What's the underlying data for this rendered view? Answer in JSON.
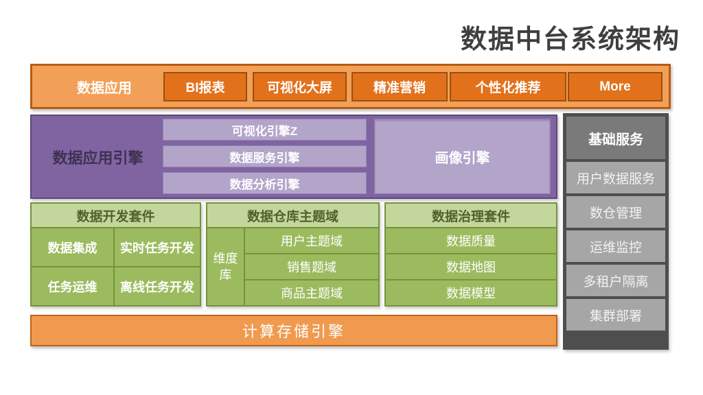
{
  "title": "数据中台系统架构",
  "colors": {
    "orange_bar_bg": "#F2A057",
    "orange_bar_border": "#BA5B14",
    "orange_button_bg": "#E2711C",
    "orange_button_border": "#9C4F0C",
    "purple_container": "#8064A2",
    "purple_block": "#B3A4CA",
    "purple_label_text": "#3E3151",
    "green_border": "#76923C",
    "green_header_bg": "#C3D69B",
    "green_header_text": "#4F6228",
    "green_cell_bg": "#9CBB5F",
    "gray_container": "#4E4E4E",
    "gray_header_bg": "#7A7A7A",
    "gray_item_bg": "#A6A6A6",
    "title_text": "#3F3F3F"
  },
  "app_bar": {
    "label": "数据应用",
    "items": [
      "BI报表",
      "可视化大屏",
      "精准营销",
      "个性化推荐",
      "More"
    ]
  },
  "engine_section": {
    "label": "数据应用引擎",
    "engines": [
      "可视化引擎Z",
      "数据服务引擎",
      "数据分析引擎"
    ],
    "right_box": "画像引擎"
  },
  "base_services": {
    "header": "基础服务",
    "items": [
      "用户数据服务",
      "数仓管理",
      "运维监控",
      "多租户隔离",
      "集群部署"
    ]
  },
  "dev_suite": {
    "header": "数据开发套件",
    "cells": [
      "数据集成",
      "实时任务开发",
      "任务运维",
      "离线任务开发"
    ]
  },
  "warehouse": {
    "header": "数据仓库主题域",
    "side_label": "维度库",
    "rows": [
      "用户主题域",
      "销售题域",
      "商品主题域"
    ]
  },
  "governance": {
    "header": "数据治理套件",
    "rows": [
      "数据质量",
      "数据地图",
      "数据模型"
    ]
  },
  "storage_bar": {
    "label": "计算存储引擎"
  }
}
